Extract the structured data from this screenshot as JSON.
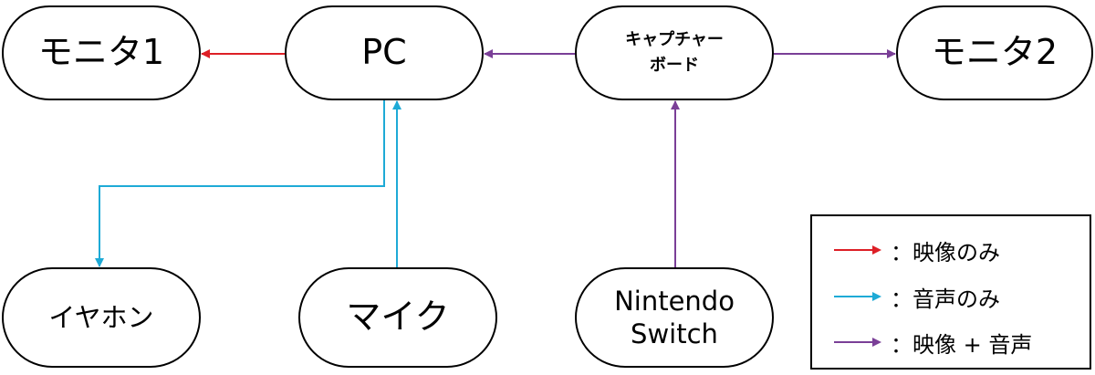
{
  "nodes": {
    "monitor1": "モニタ1",
    "pc": "PC",
    "capture_board": "キャプチャー\nボード",
    "monitor2": "モニタ2",
    "earphone": "イヤホン",
    "mic": "マイク",
    "switch": "Nintendo\nSwitch"
  },
  "legend": {
    "video_only": "：映像のみ",
    "audio_only": "：音声のみ",
    "video_and_audio": "：映像 + 音声"
  },
  "colors": {
    "video_only": "#dd1f26",
    "audio_only": "#1eaad6",
    "video_and_audio": "#7a3f97",
    "border": "#000000"
  }
}
